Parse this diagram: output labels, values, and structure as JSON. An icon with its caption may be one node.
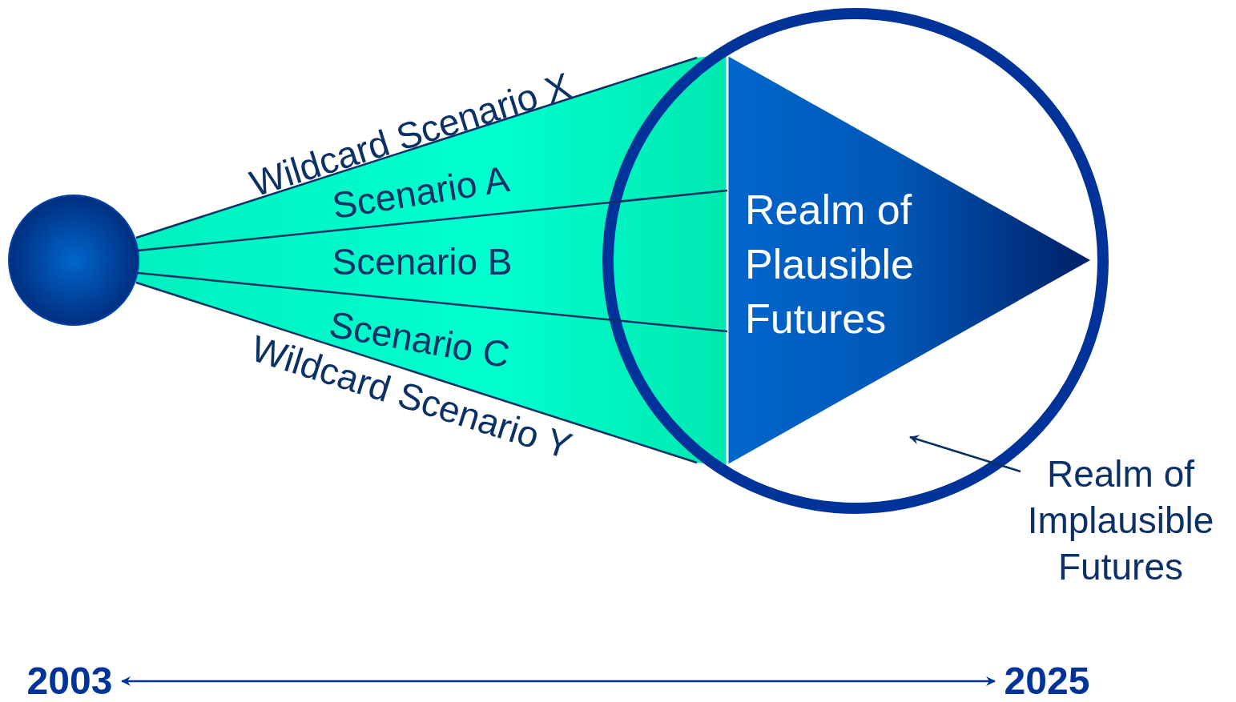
{
  "diagram": {
    "nodes": [
      {
        "text": [],
        "shape": "circle"
      },
      {
        "text": [],
        "shape": "circle"
      },
      {
        "text": [
          "Realm of Plausible Futures"
        ],
        "in": 1
      },
      {
        "text": [
          "Realm of Implausible Futures"
        ]
      },
      {
        "text": [
          "2003"
        ]
      },
      {
        "text": [
          "2025"
        ]
      }
    ],
    "edges": [
      {
        "from": 3,
        "to": 1,
        "arrow": "to"
      },
      {
        "from": 4,
        "to": 5,
        "arrow": "both"
      },
      {
        "from": 0,
        "to": 2,
        "arrow": "none"
      },
      {
        "from": 0,
        "to": 2,
        "arrow": "none"
      }
    ],
    "labels": [
      "Wildcard Scenario X",
      "Scenario A",
      "Scenario B",
      "Scenario C",
      "Wildcard Scenario Y"
    ]
  }
}
